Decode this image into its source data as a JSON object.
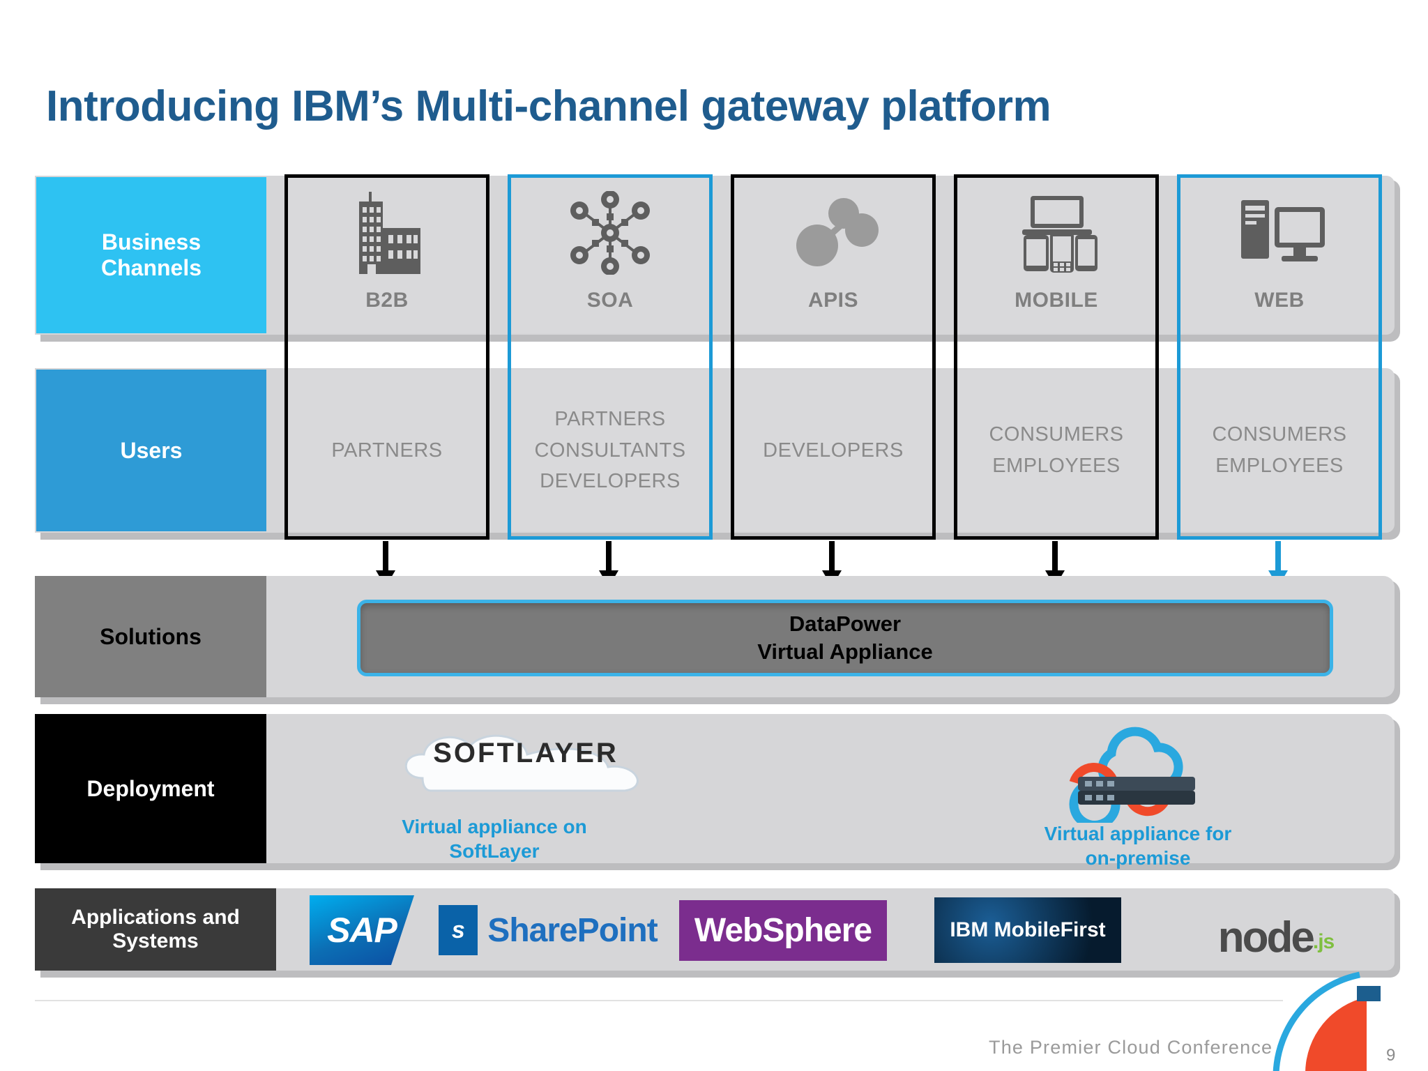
{
  "slide": {
    "title": "Introducing IBM’s Multi-channel gateway platform",
    "page_number": "9",
    "footer": "The Premier Cloud Conference"
  },
  "colors": {
    "title_blue": "#1F5C8E",
    "business_channels_tile": "#2EC2F2",
    "users_tile": "#2E9BD6",
    "solutions_tile": "#808080",
    "deployment_tile": "#000000",
    "applications_tile": "#3A3A3A",
    "panel_grey": "#D6D6D8",
    "cell_grey": "#D9D9DB",
    "frame_black": "#000000",
    "frame_blue": "#1C9AD6",
    "caption_blue": "#1C9AD6",
    "datapower_fill": "#7A7A7A",
    "datapower_border": "#3BB3E8"
  },
  "rows": {
    "business_channels": {
      "label": "Business\nChannels",
      "label_line1": "Business",
      "label_line2": "Channels"
    },
    "users": {
      "label": "Users"
    },
    "solutions": {
      "label": "Solutions"
    },
    "deployment": {
      "label": "Deployment"
    },
    "applications": {
      "label_line1": "Applications and",
      "label_line2": "Systems"
    }
  },
  "channels": [
    {
      "id": "b2b",
      "label": "B2B",
      "icon": "office-building-icon",
      "frame": "black",
      "users": [
        "PARTNERS"
      ]
    },
    {
      "id": "soa",
      "label": "SOA",
      "icon": "service-network-icon",
      "frame": "blue",
      "users": [
        "PARTNERS",
        "CONSULTANTS",
        "DEVELOPERS"
      ]
    },
    {
      "id": "apis",
      "label": "APIS",
      "icon": "api-nodes-icon",
      "frame": "black",
      "users": [
        "DEVELOPERS"
      ]
    },
    {
      "id": "mobile",
      "label": "MOBILE",
      "icon": "mobile-devices-icon",
      "frame": "black",
      "users": [
        "CONSUMERS",
        "EMPLOYEES"
      ]
    },
    {
      "id": "web",
      "label": "WEB",
      "icon": "desktop-computer-icon",
      "frame": "blue",
      "users": [
        "CONSUMERS",
        "EMPLOYEES"
      ]
    }
  ],
  "arrows": [
    {
      "for": "b2b",
      "color": "#000000"
    },
    {
      "for": "soa",
      "color": "#000000"
    },
    {
      "for": "apis",
      "color": "#000000"
    },
    {
      "for": "mobile",
      "color": "#000000"
    },
    {
      "for": "web",
      "color": "#1C9AD6"
    }
  ],
  "solutions": {
    "pill_line1": "DataPower",
    "pill_line2": "Virtual Appliance"
  },
  "deployment": {
    "items": [
      {
        "id": "softlayer",
        "logo_text": "SOFTLAYER",
        "caption_line1": "Virtual appliance on",
        "caption_line2": "SoftLayer",
        "icon": "softlayer-cloud-icon"
      },
      {
        "id": "on-premise",
        "logo_text": "",
        "caption_line1": "Virtual appliance for",
        "caption_line2": "on-premise",
        "icon": "on-premise-appliance-icon"
      }
    ]
  },
  "applications": {
    "logos": [
      {
        "id": "sap",
        "text": "SAP",
        "name": "sap-logo"
      },
      {
        "id": "sharepoint",
        "text": "SharePoint",
        "mark": "s",
        "name": "sharepoint-logo"
      },
      {
        "id": "websphere",
        "text": "WebSphere",
        "name": "websphere-logo"
      },
      {
        "id": "mobilefirst",
        "text": "IBM MobileFirst",
        "name": "ibm-mobilefirst-logo"
      },
      {
        "id": "nodejs",
        "text": "node",
        "suffix": ".js",
        "name": "nodejs-logo"
      }
    ]
  }
}
